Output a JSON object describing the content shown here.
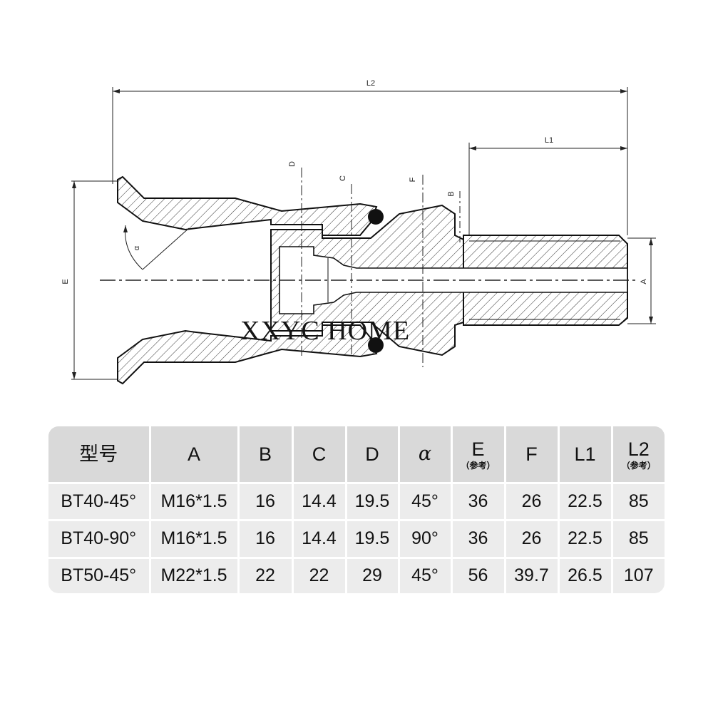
{
  "drawing": {
    "dimension_labels": {
      "L2": "L2",
      "L1": "L1",
      "D": "D",
      "C": "C",
      "F": "F",
      "B": "B",
      "E": "E",
      "A": "A",
      "alpha": "α"
    },
    "watermark": "XXYC  HOME"
  },
  "table": {
    "headers": [
      {
        "main": "型号",
        "sub": ""
      },
      {
        "main": "A",
        "sub": ""
      },
      {
        "main": "B",
        "sub": ""
      },
      {
        "main": "C",
        "sub": ""
      },
      {
        "main": "D",
        "sub": ""
      },
      {
        "main": "α",
        "sub": ""
      },
      {
        "main": "E",
        "sub": "（参考）"
      },
      {
        "main": "F",
        "sub": ""
      },
      {
        "main": "L1",
        "sub": ""
      },
      {
        "main": "L2",
        "sub": "（参考）"
      }
    ],
    "rows": [
      [
        "BT40-45°",
        "M16*1.5",
        "16",
        "14.4",
        "19.5",
        "45°",
        "36",
        "26",
        "22.5",
        "85"
      ],
      [
        "BT40-90°",
        "M16*1.5",
        "16",
        "14.4",
        "19.5",
        "90°",
        "36",
        "26",
        "22.5",
        "85"
      ],
      [
        "BT50-45°",
        "M22*1.5",
        "22",
        "22",
        "29",
        "45°",
        "56",
        "39.7",
        "26.5",
        "107"
      ]
    ]
  }
}
